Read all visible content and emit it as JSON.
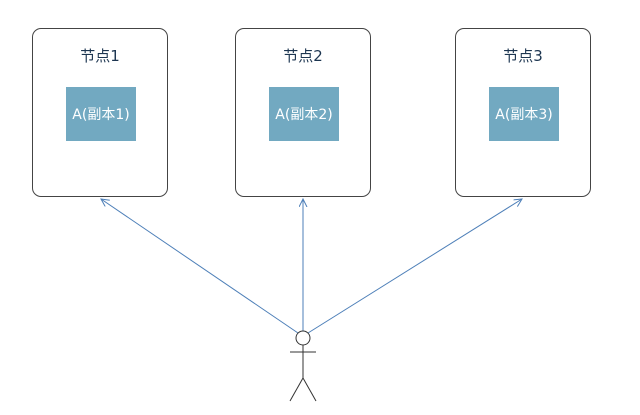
{
  "nodes": [
    {
      "title": "节点1",
      "replica": "A(副本1)"
    },
    {
      "title": "节点2",
      "replica": "A(副本2)"
    },
    {
      "title": "节点3",
      "replica": "A(副本3)"
    }
  ],
  "actor": {
    "icon": "stick-figure-icon"
  },
  "colors": {
    "border": "#444444",
    "title": "#1c3550",
    "replica_fill": "#72a9c1",
    "replica_text": "#ffffff",
    "arrow": "#4d7fb8",
    "actor": "#333333"
  }
}
